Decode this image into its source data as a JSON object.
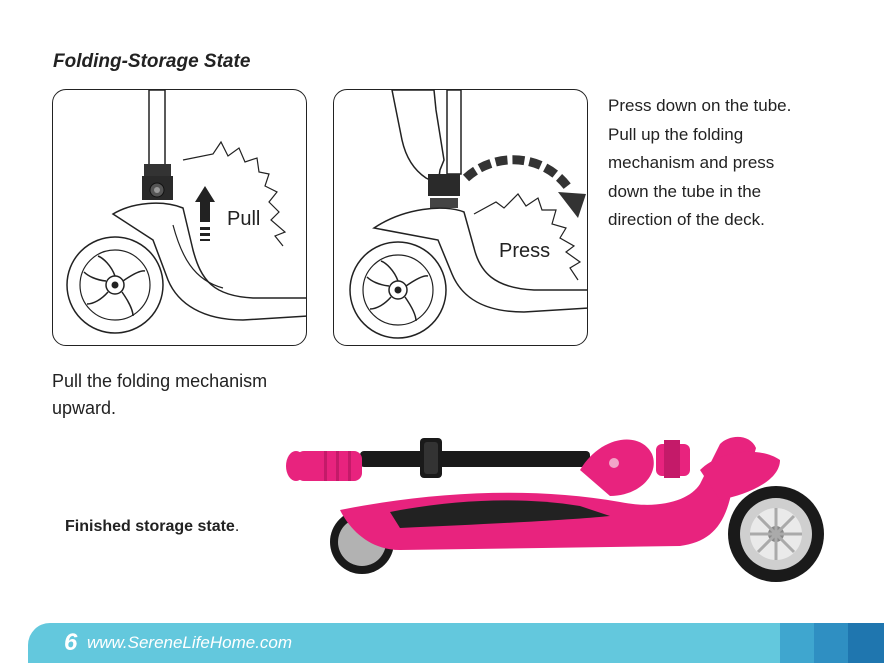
{
  "header": {
    "title": "Folding-Storage State"
  },
  "panels": {
    "pull": {
      "label": "Pull"
    },
    "press": {
      "label": "Press"
    }
  },
  "instructions": {
    "right": [
      "Press down on the tube.",
      "Pull up the folding",
      "mechanism and press",
      "down the tube in the",
      "direction of the deck."
    ],
    "left": [
      "Pull the folding mechanism",
      "upward."
    ]
  },
  "finished": {
    "label": "Finished storage state",
    "period": "."
  },
  "footer": {
    "page_number": "6",
    "url": "www.SereneLifeHome.com"
  },
  "colors": {
    "scooter_pink": "#e8237e",
    "footer_bar": "#63c8dd",
    "footer_block_1": "#3fa6cf",
    "footer_block_2": "#2f8fc2",
    "footer_block_3": "#1f76af"
  }
}
